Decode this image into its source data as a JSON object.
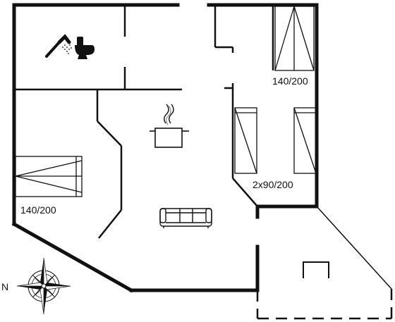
{
  "floorplan": {
    "labels": {
      "bed_top_right": "140/200",
      "beds_twin": "2x90/200",
      "bed_left": "140/200"
    },
    "compass": {
      "north_label": "N"
    },
    "icons": {
      "shower": "shower-icon",
      "toilet": "toilet-icon",
      "cooking": "cooking-pot-icon",
      "sofa": "sofa-icon",
      "bed": "bed-icon",
      "compass": "compass-rose-icon"
    },
    "colors": {
      "wall": "#111111",
      "background": "#ffffff"
    }
  }
}
